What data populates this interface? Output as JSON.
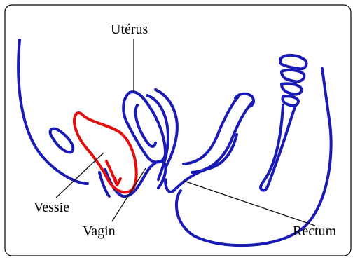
{
  "colors": {
    "anatomy": "#1a1ab4",
    "bladder": "#e01010",
    "leader": "#111111",
    "frame": "#000000",
    "background": "#ffffff"
  },
  "labels": {
    "uterus": "Utérus",
    "bladder": "Vessie",
    "vagina": "Vagin",
    "rectum": "Rectum"
  }
}
